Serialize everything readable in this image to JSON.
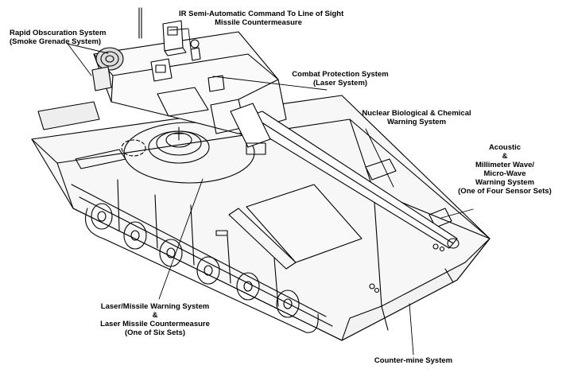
{
  "labels": {
    "ir_command": {
      "line1": "IR Semi-Automatic Command To Line of Sight",
      "line2": "Missile Countermeasure"
    },
    "rapid_obscuration": {
      "line1": "Rapid Obscuration System",
      "line2": "(Smoke Grenade System)"
    },
    "combat_protection": {
      "line1": "Combat Protection System",
      "line2": "(Laser System)"
    },
    "nbc_warning": {
      "line1": "Nuclear Biological & Chemical",
      "line2": "Warning System"
    },
    "acoustic": {
      "line1": "Acoustic",
      "line2": "&",
      "line3": "Millimeter Wave/",
      "line4": "Micro-Wave",
      "line5": "Warning System",
      "line6": "(One of Four Sensor Sets)"
    },
    "laser_missile": {
      "line1": "Laser/Missile Warning System",
      "line2": "&",
      "line3": "Laser Missile Countermeasure",
      "line4": "(One of Six Sets)"
    },
    "counter_mine": {
      "line1": "Counter-mine System"
    }
  },
  "colors": {
    "ink": "#000000",
    "paper": "#ffffff",
    "hull_shade": "#f4f4f4"
  }
}
